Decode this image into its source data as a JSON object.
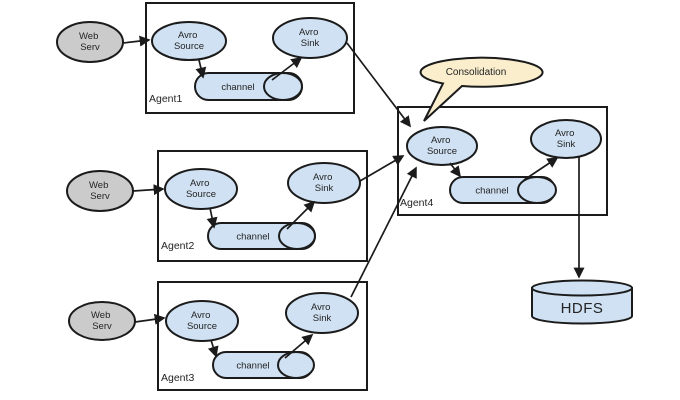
{
  "colors": {
    "node": "#cfe1f2",
    "external": "#cbcbcb",
    "callout": "#faeecd"
  },
  "external_source": {
    "line1": "Web",
    "line2": "Serv"
  },
  "callout": {
    "label": "Consolidation"
  },
  "storage": {
    "label": "HDFS"
  },
  "agents": [
    {
      "name": "Agent1",
      "source": {
        "line1": "Avro",
        "line2": "Source"
      },
      "sink": {
        "line1": "Avro",
        "line2": "Sink"
      },
      "channel": "channel"
    },
    {
      "name": "Agent2",
      "source": {
        "line1": "Avro",
        "line2": "Source"
      },
      "sink": {
        "line1": "Avro",
        "line2": "Sink"
      },
      "channel": "channel"
    },
    {
      "name": "Agent3",
      "source": {
        "line1": "Avro",
        "line2": "Source"
      },
      "sink": {
        "line1": "Avro",
        "line2": "Sink"
      },
      "channel": "channel"
    },
    {
      "name": "Agent4",
      "source": {
        "line1": "Avro",
        "line2": "Source"
      },
      "sink": {
        "line1": "Avro",
        "line2": "Sink"
      },
      "channel": "channel"
    }
  ]
}
